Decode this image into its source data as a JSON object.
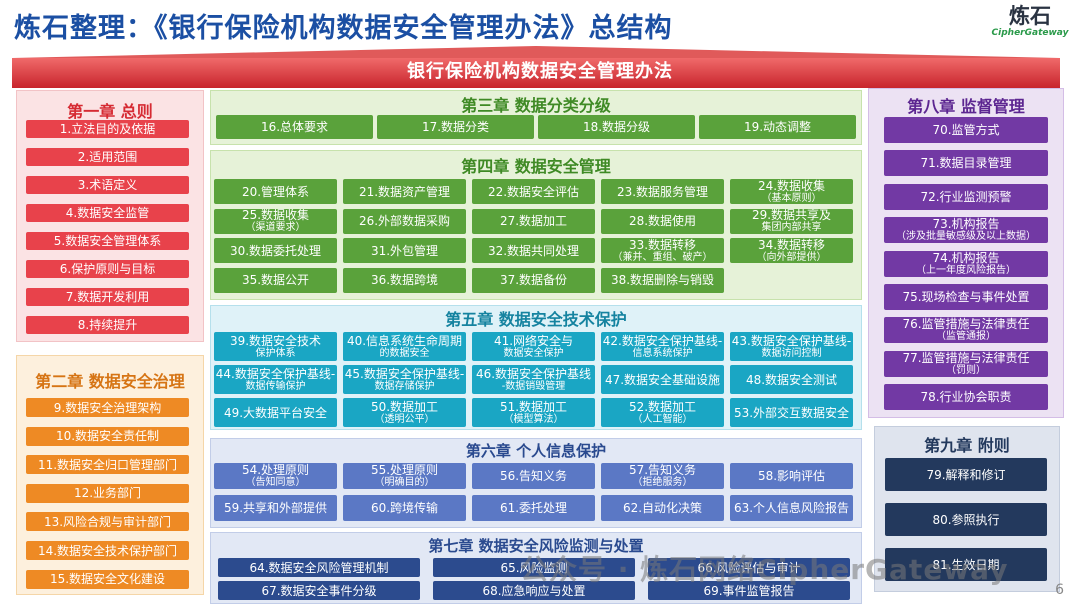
{
  "header": {
    "title": "炼石整理：《银行保险机构数据安全管理办法》总结构",
    "logo_cn": "炼石",
    "logo_en": "CipherGateway"
  },
  "banner": "银行保险机构数据安全管理办法",
  "ch1": {
    "title": "第一章 总则",
    "items": [
      "1.立法目的及依据",
      "2.适用范围",
      "3.术语定义",
      "4.数据安全监管",
      "5.数据安全管理体系",
      "6.保护原则与目标",
      "7.数据开发利用",
      "8.持续提升"
    ]
  },
  "ch2": {
    "title": "第二章 数据安全治理",
    "items": [
      "9.数据安全治理架构",
      "10.数据安全责任制",
      "11.数据安全归口管理部门",
      "12.业务部门",
      "13.风险合规与审计部门",
      "14.数据安全技术保护部门",
      "15.数据安全文化建设"
    ]
  },
  "ch3": {
    "title": "第三章 数据分类分级",
    "items": [
      "16.总体要求",
      "17.数据分类",
      "18.数据分级",
      "19.动态调整"
    ]
  },
  "ch4": {
    "title": "第四章 数据安全管理",
    "items": [
      [
        "20.管理体系",
        ""
      ],
      [
        "21.数据资产管理",
        ""
      ],
      [
        "22.数据安全评估",
        ""
      ],
      [
        "23.数据服务管理",
        ""
      ],
      [
        "24.数据收集",
        "（基本原则）"
      ],
      [
        "25.数据收集",
        "（渠道要求）"
      ],
      [
        "26.外部数据采购",
        ""
      ],
      [
        "27.数据加工",
        ""
      ],
      [
        "28.数据使用",
        ""
      ],
      [
        "29.数据共享及",
        "集团内部共享"
      ],
      [
        "30.数据委托处理",
        ""
      ],
      [
        "31.外包管理",
        ""
      ],
      [
        "32.数据共同处理",
        ""
      ],
      [
        "33.数据转移",
        "（兼并、重组、破产）"
      ],
      [
        "34.数据转移",
        "（向外部提供）"
      ],
      [
        "35.数据公开",
        ""
      ],
      [
        "36.数据跨境",
        ""
      ],
      [
        "37.数据备份",
        ""
      ],
      [
        "38.数据删除与销毁",
        ""
      ]
    ]
  },
  "ch5": {
    "title": "第五章 数据安全技术保护",
    "items": [
      [
        "39.数据安全技术",
        "保护体系"
      ],
      [
        "40.信息系统生命周期",
        "的数据安全"
      ],
      [
        "41.网络安全与",
        "数据安全保护"
      ],
      [
        "42.数据安全保护基线-",
        "信息系统保护"
      ],
      [
        "43.数据安全保护基线-",
        "数据访问控制"
      ],
      [
        "44.数据安全保护基线-",
        "数据传输保护"
      ],
      [
        "45.数据安全保护基线-",
        "数据存储保护"
      ],
      [
        "46.数据安全保护基线",
        "-数据销毁管理"
      ],
      [
        "47.数据安全基础设施",
        ""
      ],
      [
        "48.数据安全测试",
        ""
      ],
      [
        "49.大数据平台安全",
        ""
      ],
      [
        "50.数据加工",
        "（透明公平）"
      ],
      [
        "51.数据加工",
        "（模型算法）"
      ],
      [
        "52.数据加工",
        "（人工智能）"
      ],
      [
        "53.外部交互数据安全",
        ""
      ]
    ]
  },
  "ch6": {
    "title": "第六章 个人信息保护",
    "items": [
      [
        "54.处理原则",
        "（告知同意）"
      ],
      [
        "55.处理原则",
        "（明确目的）"
      ],
      [
        "56.告知义务",
        ""
      ],
      [
        "57.告知义务",
        "（拒绝服务）"
      ],
      [
        "58.影响评估",
        ""
      ],
      [
        "59.共享和外部提供",
        ""
      ],
      [
        "60.跨境传输",
        ""
      ],
      [
        "61.委托处理",
        ""
      ],
      [
        "62.自动化决策",
        ""
      ],
      [
        "63.个人信息风险报告",
        ""
      ]
    ]
  },
  "ch7": {
    "title": "第七章 数据安全风险监测与处置",
    "items": [
      "64.数据安全风险管理机制",
      "65.风险监测",
      "66.风险评估与审计",
      "67.数据安全事件分级",
      "68.应急响应与处置",
      "69.事件监管报告"
    ]
  },
  "ch8": {
    "title": "第八章 监督管理",
    "items": [
      [
        "70.监管方式",
        ""
      ],
      [
        "71.数据目录管理",
        ""
      ],
      [
        "72.行业监测预警",
        ""
      ],
      [
        "73.机构报告",
        "（涉及批量敏感级及以上数据）"
      ],
      [
        "74.机构报告",
        "（上一年度风险报告）"
      ],
      [
        "75.现场检查与事件处置",
        ""
      ],
      [
        "76.监管措施与法律责任",
        "（监管通报）"
      ],
      [
        "77.监管措施与法律责任",
        "（罚则）"
      ],
      [
        "78.行业协会职责",
        ""
      ]
    ]
  },
  "ch9": {
    "title": "第九章 附则",
    "items": [
      "79.解释和修订",
      "80.参照执行",
      "81.生效日期"
    ]
  },
  "watermark": "公众号 · 炼石网络CipherGateway",
  "page_number": "6",
  "colors": {
    "title_blue": "#1b4fa3",
    "banner_red": "#d9303a",
    "red": "#e8424b",
    "orange": "#ee8a24",
    "green": "#5aa23b",
    "teal": "#1aa6c4",
    "blue": "#5b78c5",
    "navy": "#2c4b8e",
    "purple": "#7239a4",
    "dark": "#23395d"
  }
}
